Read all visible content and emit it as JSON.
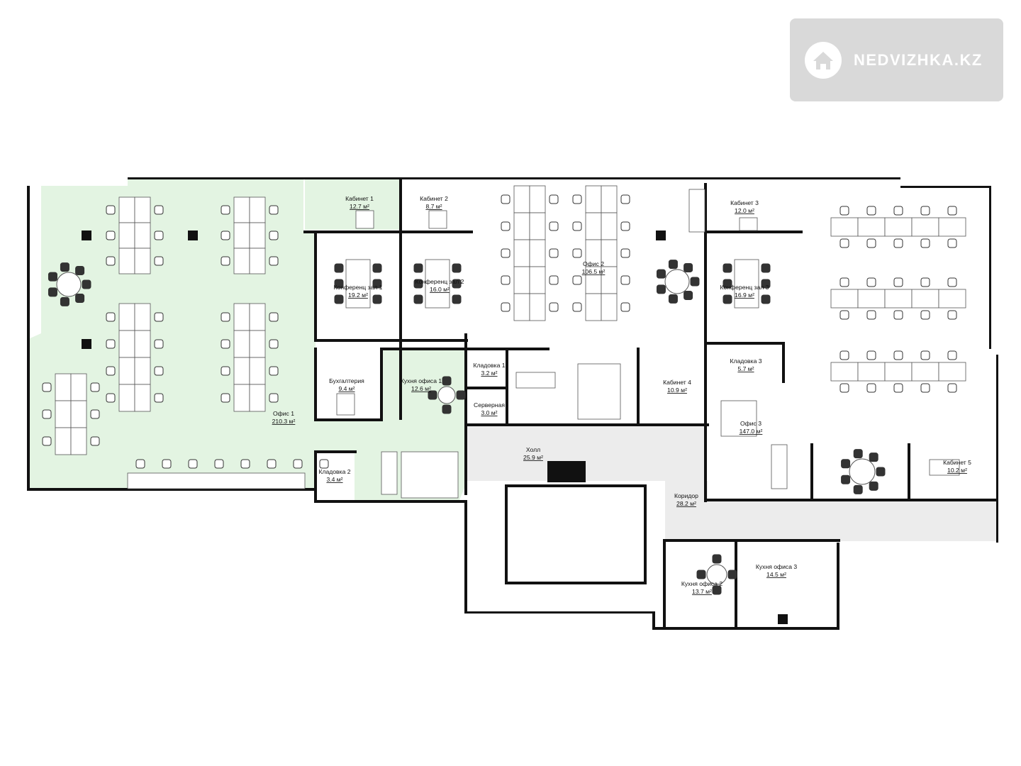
{
  "watermark": {
    "brand": "NEDVIZHKA.KZ",
    "icon": "house-icon"
  },
  "colors": {
    "office1_fill": "#e3f4e2",
    "corridor_fill": "#ececec",
    "wall": "#111111",
    "watermark_bg": "#d9d9d9"
  },
  "rooms": [
    {
      "id": "office1",
      "name": "Офис 1",
      "area": "210.3 м²"
    },
    {
      "id": "cab1",
      "name": "Кабинет 1",
      "area": "12.7 м²"
    },
    {
      "id": "cab2",
      "name": "Кабинет 2",
      "area": "8.7 м²"
    },
    {
      "id": "conf1",
      "name": "Конференц зал 1",
      "area": "19.2 м²"
    },
    {
      "id": "conf2",
      "name": "Конференц зал 2",
      "area": "16.0 м²"
    },
    {
      "id": "buh",
      "name": "Бухгалтерия",
      "area": "9.4 м²"
    },
    {
      "id": "kitchen1",
      "name": "Кухня офиса 1",
      "area": "12.6 м²"
    },
    {
      "id": "stor1",
      "name": "Кладовка 1",
      "area": "3.2 м²"
    },
    {
      "id": "server",
      "name": "Серверная",
      "area": "3.0 м²"
    },
    {
      "id": "stor2",
      "name": "Кладовка 2",
      "area": "3.4 м²"
    },
    {
      "id": "office2",
      "name": "Офис 2",
      "area": "106.5 м²"
    },
    {
      "id": "hall",
      "name": "Холл",
      "area": "25.9 м²"
    },
    {
      "id": "cab4",
      "name": "Кабинет 4",
      "area": "10.9 м²"
    },
    {
      "id": "cab3",
      "name": "Кабинет 3",
      "area": "12.0 м²"
    },
    {
      "id": "conf3",
      "name": "Конференц зал 3",
      "area": "16.9 м²"
    },
    {
      "id": "stor3",
      "name": "Кладовка 3",
      "area": "5.7 м²"
    },
    {
      "id": "office3",
      "name": "Офис 3",
      "area": "147.0 м²"
    },
    {
      "id": "cab5",
      "name": "Кабинет 5",
      "area": "10.2 м²"
    },
    {
      "id": "corridor",
      "name": "Коридор",
      "area": "28.2 м²"
    },
    {
      "id": "kitchen2",
      "name": "Кухня офиса 2",
      "area": "13.7 м²"
    },
    {
      "id": "kitchen3",
      "name": "Кухня офиса 3",
      "area": "14.5 м²"
    }
  ]
}
